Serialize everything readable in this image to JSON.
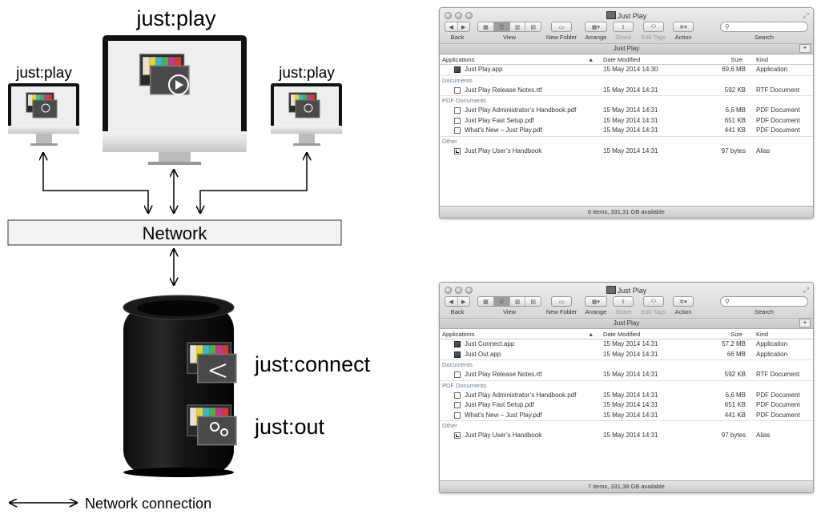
{
  "diagram": {
    "screens": [
      {
        "label": "just:play"
      },
      {
        "label": "just:play"
      },
      {
        "label": "just:play"
      }
    ],
    "network_label": "Network",
    "server_apps": [
      "just:connect",
      "just:out"
    ],
    "legend_label": "Network connection"
  },
  "finders": [
    {
      "title": "Just Play",
      "toolbar": {
        "back": "Back",
        "view": "View",
        "new_folder": "New Folder",
        "arrange": "Arrange",
        "share": "Share",
        "edit_tags": "Edit Tags",
        "action": "Action",
        "search": "Search"
      },
      "path": "Just Play",
      "columns": {
        "name": "Applications",
        "date": "Date Modified",
        "size": "Size",
        "kind": "Kind"
      },
      "groups": [
        {
          "label": null,
          "rows": [
            {
              "name": "Just Play.app",
              "date": "15 May 2014 14:30",
              "size": "69,6 MB",
              "kind": "Application",
              "icon": "app"
            }
          ]
        },
        {
          "label": "Documents",
          "rows": [
            {
              "name": "Just Play Release Notes.rtf",
              "date": "15 May 2014 14:31",
              "size": "592 KB",
              "kind": "RTF Document",
              "icon": "doc"
            }
          ]
        },
        {
          "label": "PDF Documents",
          "rows": [
            {
              "name": "Just Play Administrator’s Handbook.pdf",
              "date": "15 May 2014 14:31",
              "size": "6,6 MB",
              "kind": "PDF Document",
              "icon": "doc"
            },
            {
              "name": "Just Play Fast Setup.pdf",
              "date": "15 May 2014 14:31",
              "size": "651 KB",
              "kind": "PDF Document",
              "icon": "doc"
            },
            {
              "name": "What’s New – Just Play.pdf",
              "date": "15 May 2014 14:31",
              "size": "441 KB",
              "kind": "PDF Document",
              "icon": "doc"
            }
          ]
        },
        {
          "label": "Other",
          "rows": [
            {
              "name": "Just Play User’s Handbook",
              "date": "15 May 2014 14:31",
              "size": "97 bytes",
              "kind": "Alias",
              "icon": "alias"
            }
          ]
        }
      ],
      "status": "6 items, 331,31 GB available"
    },
    {
      "title": "Just Play",
      "toolbar": {
        "back": "Back",
        "view": "View",
        "new_folder": "New Folder",
        "arrange": "Arrange",
        "share": "Share",
        "edit_tags": "Edit Tags",
        "action": "Action",
        "search": "Search"
      },
      "path": "Just Play",
      "columns": {
        "name": "Applications",
        "date": "Date Modified",
        "size": "Size",
        "kind": "Kind"
      },
      "groups": [
        {
          "label": null,
          "rows": [
            {
              "name": "Just Connect.app",
              "date": "15 May 2014 14:31",
              "size": "57,2 MB",
              "kind": "Application",
              "icon": "app"
            },
            {
              "name": "Just Out.app",
              "date": "15 May 2014 14:31",
              "size": "66 MB",
              "kind": "Application",
              "icon": "app"
            }
          ]
        },
        {
          "label": "Documents",
          "rows": [
            {
              "name": "Just Play Release Notes.rtf",
              "date": "15 May 2014 14:31",
              "size": "592 KB",
              "kind": "RTF Document",
              "icon": "doc"
            }
          ]
        },
        {
          "label": "PDF Documents",
          "rows": [
            {
              "name": "Just Play Administrator’s Handbook.pdf",
              "date": "15 May 2014 14:31",
              "size": "6,6 MB",
              "kind": "PDF Document",
              "icon": "doc"
            },
            {
              "name": "Just Play Fast Setup.pdf",
              "date": "15 May 2014 14:31",
              "size": "651 KB",
              "kind": "PDF Document",
              "icon": "doc"
            },
            {
              "name": "What’s New – Just Play.pdf",
              "date": "15 May 2014 14:31",
              "size": "441 KB",
              "kind": "PDF Document",
              "icon": "doc"
            }
          ]
        },
        {
          "label": "Other",
          "rows": [
            {
              "name": "Just Play User’s Handbook",
              "date": "15 May 2014 14:31",
              "size": "97 bytes",
              "kind": "Alias",
              "icon": "alias"
            }
          ]
        }
      ],
      "status": "7 items, 331,38 GB available"
    }
  ]
}
